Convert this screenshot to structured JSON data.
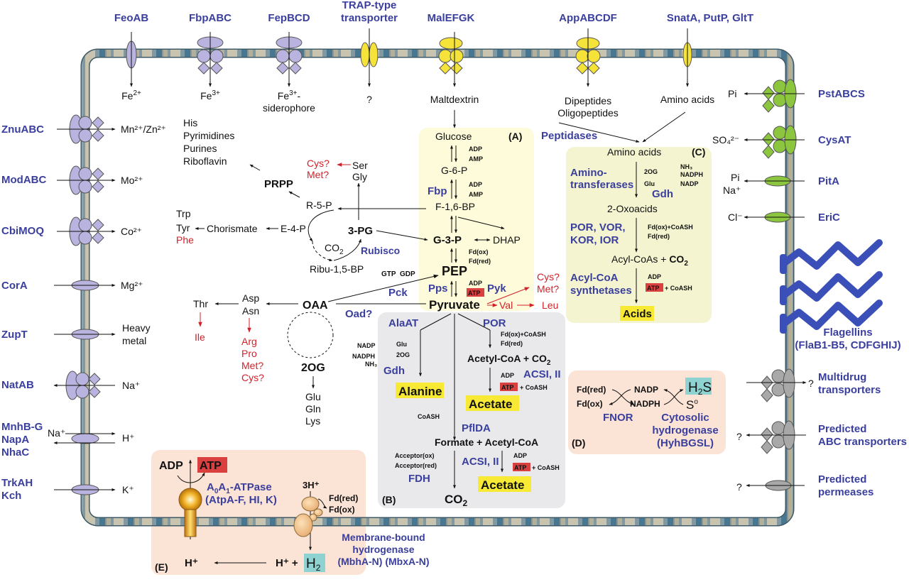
{
  "colors": {
    "membrane": "#6a8a9a",
    "membrane_light": "#cfc8b0",
    "transporter_purple": "#b9b3e0",
    "transporter_yellow": "#f5e33a",
    "transporter_green": "#8cc63f",
    "transporter_grey": "#a8a8a8",
    "flagellin_blue": "#3a4fb8",
    "enzyme_label": "#3a3f9e",
    "red_text": "#d0222a",
    "panel_A": "#fdfbd9",
    "panel_B": "#e9e9ec",
    "panel_C": "#f4f5d0",
    "panel_DE": "#fbe3d6",
    "atp_box": "#d9403f",
    "product_highlight": "#f7e934",
    "gas_highlight": "#8fd2d2"
  },
  "top_transporters": [
    {
      "name": "FeoAB",
      "substrate": "Fe2+",
      "substrate_base": "Fe",
      "substrate_sup": "2+"
    },
    {
      "name": "FbpABC",
      "substrate_base": "Fe",
      "substrate_sup": "3+"
    },
    {
      "name": "FepBCD",
      "substrate_base": "Fe",
      "substrate_sup": "3+",
      "substrate_suffix": "-",
      "substrate_line2": "siderophore"
    },
    {
      "name_line1": "TRAP-type",
      "name_line2": "transporter",
      "substrate": "?"
    },
    {
      "name": "MalEFGK",
      "substrate": "Maltdextrin"
    },
    {
      "name": "AppABCDF",
      "substrate_line1": "Dipeptides",
      "substrate_line2": "Oligopeptides"
    },
    {
      "name": "SnatA, PutP, GltT",
      "substrate": "Amino acids"
    }
  ],
  "left_transporters": [
    {
      "name": "ZnuABC",
      "substrate": "Mn²⁺/Zn²⁺"
    },
    {
      "name": "ModABC",
      "substrate": "Mo²⁺"
    },
    {
      "name": "CbiMOQ",
      "substrate": "Co²⁺"
    },
    {
      "name": "CorA",
      "substrate": "Mg²⁺"
    },
    {
      "name": "ZupT",
      "substrate_line1": "Heavy",
      "substrate_line2": "metal"
    },
    {
      "name": "NatAB",
      "substrate": "Na⁺"
    },
    {
      "name_lines": [
        "MnhB-G",
        "NapA",
        "NhaC"
      ],
      "in": "Na⁺",
      "out": "H⁺"
    },
    {
      "name_lines": [
        "TrkAH",
        "Kch"
      ],
      "substrate": "K⁺"
    }
  ],
  "right_transporters": [
    {
      "name": "PstABCS",
      "substrate": "Pi"
    },
    {
      "name": "CysAT",
      "substrate": "SO₄²⁻"
    },
    {
      "name": "PitA",
      "substrate_line1": "Pi",
      "substrate_line2": "Na⁺"
    },
    {
      "name": "EriC",
      "substrate": "Cl⁻"
    },
    {
      "name_line1": "Flagellins",
      "name_line2": "(FlaB1-B5, CDFGHIJ)"
    },
    {
      "name_line1": "Multidrug",
      "name_line2": "transporters",
      "substrate": "?"
    },
    {
      "name_line1": "Predicted",
      "name_line2": "ABC transporters",
      "substrate": "?"
    },
    {
      "name_line1": "Predicted",
      "name_line2": "permeases",
      "substrate": "?"
    }
  ],
  "biosynthesis": {
    "prpp_products": [
      "His",
      "Pyrimidines",
      "Purines",
      "Riboflavin"
    ],
    "prpp": "PRPP",
    "r5p": "R-5-P",
    "e4p": "E-4-P",
    "chorismate": "Chorismate",
    "aromatic": [
      "Trp",
      "Tyr"
    ],
    "aromatic_red": "Phe",
    "ser_gly": [
      "Ser",
      "Gly"
    ],
    "cys_met": [
      "Cys?",
      "Met?"
    ],
    "pg3": "3-PG",
    "co2": "CO",
    "co2_sub": "2",
    "rubisco": "Rubisco",
    "ribu": "Ribu-1,5-BP",
    "gtp": "GTP",
    "gdp": "GDP",
    "pck": "Pck",
    "oaa": "OAA",
    "oad": "Oad?",
    "asp_asn": [
      "Asp",
      "Asn"
    ],
    "thr": "Thr",
    "ile": "Ile",
    "asp_products": [
      "Arg",
      "Pro",
      "Met?",
      "Cys?"
    ],
    "og2": "2OG",
    "og2_products": [
      "Glu",
      "Gln",
      "Lys"
    ]
  },
  "panel_A": {
    "label": "(A)",
    "glucose": "Glucose",
    "g6p": "G-6-P",
    "f16bp": "F-1,6-BP",
    "g3p": "G-3-P",
    "dhap": "DHAP",
    "pep": "PEP",
    "pyruvate": "Pyruvate",
    "adp": "ADP",
    "amp": "AMP",
    "fbp": "Fbp",
    "fd_ox": "Fd(ox)",
    "fd_red": "Fd(red)",
    "pps": "Pps",
    "pyk": "Pyk",
    "atp": "ATP",
    "cys_met": [
      "Cys?",
      "Met?"
    ],
    "val": "Val",
    "leu": "Leu"
  },
  "panel_B": {
    "label": "(B)",
    "alaat": "AlaAT",
    "nadp": "NADP",
    "nadph": "NADPH",
    "nh3": "NH₃",
    "glu": "Glu",
    "og2": "2OG",
    "gdh": "Gdh",
    "alanine": "Alanine",
    "por": "POR",
    "fd_ox_coash": "Fd(ox)+CoASH",
    "fd_red": "Fd(red)",
    "acetyl_coa_co2": "Acetyl-CoA + CO",
    "adp": "ADP",
    "atp": "ATP",
    "coash_plus": "+ CoASH",
    "acsi": "ACSI, II",
    "acetate": "Acetate",
    "coash": "CoASH",
    "pflda": "PflDA",
    "formate_acetyl": "Formate + Acetyl-CoA",
    "acceptor_ox": "Acceptor(ox)",
    "acceptor_red": "Acceptor(red)",
    "fdh": "FDH",
    "co2": "CO"
  },
  "panel_C": {
    "label": "(C)",
    "peptidases": "Peptidases",
    "amino_acids": "Amino acids",
    "aminotransferases": [
      "Amino-",
      "transferases"
    ],
    "og2": "2OG",
    "glu": "Glu",
    "nh3": "NH₃",
    "nadph": "NADPH",
    "nadp": "NADP",
    "gdh": "Gdh",
    "oxoacids": "2-Oxoacids",
    "ors": [
      "POR, VOR,",
      "KOR, IOR"
    ],
    "fd_ox_coash": "Fd(ox)+CoASH",
    "fd_red": "Fd(red)",
    "acyl_coas": "Acyl-CoAs + ",
    "co2": "CO",
    "synthetases": [
      "Acyl-CoA",
      "synthetases"
    ],
    "adp": "ADP",
    "atp": "ATP",
    "coash_plus": "+ CoASH",
    "acids": "Acids"
  },
  "panel_D": {
    "label": "(D)",
    "fd_red": "Fd(red)",
    "fd_ox": "Fd(ox)",
    "nadp": "NADP",
    "nadph": "NADPH",
    "h2s": "H",
    "s0": "S",
    "fnor": "FNOR",
    "hydrogenase": [
      "Cytosolic",
      "hydrogenase",
      "(HyhBGSL)"
    ]
  },
  "panel_E": {
    "label": "(E)",
    "adp": "ADP",
    "atp": "ATP",
    "atpase_name": "-ATPase",
    "atpase_genes": "(AtpA-F, HI, K)",
    "h3": "3H⁺",
    "fd_red": "Fd(red)",
    "fd_ox": "Fd(ox)",
    "h_plus": "H⁺",
    "h_plus_h2": "H⁺ + ",
    "h2": "H",
    "mbh": [
      "Membrane-bound",
      "hydrogenase",
      "(MbhA-N) (MbxA-N)"
    ]
  }
}
